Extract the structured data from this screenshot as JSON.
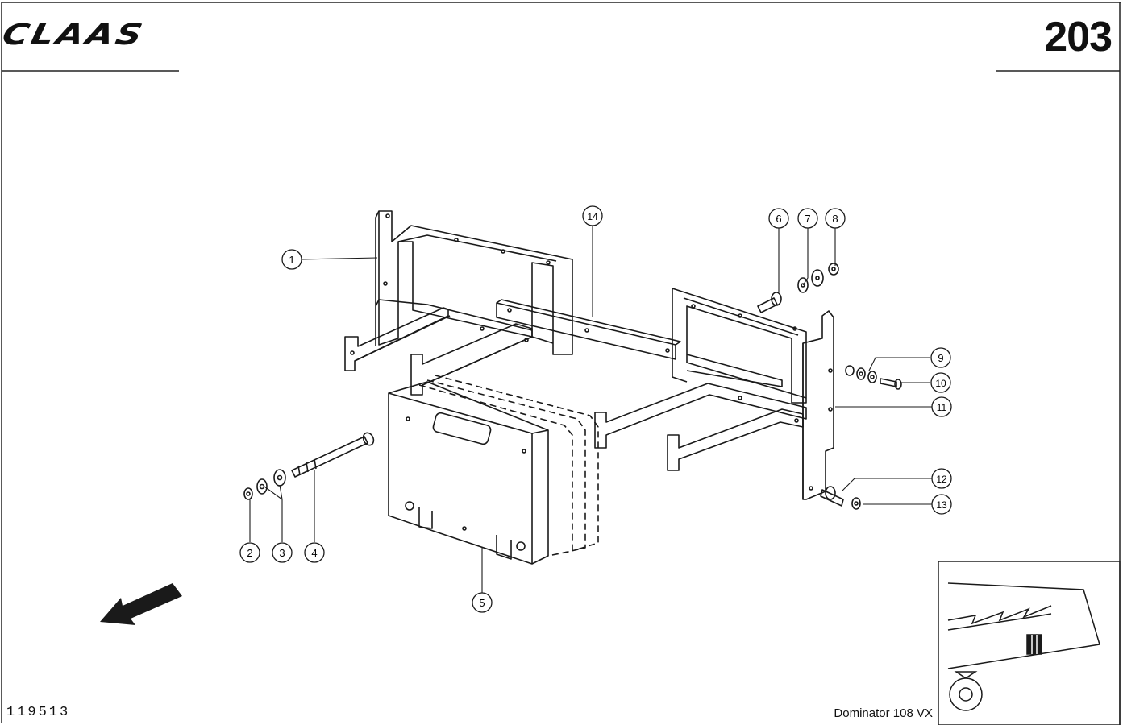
{
  "header": {
    "brand": "CLAAS",
    "page_number": "203"
  },
  "footer": {
    "drawing_number": "119513",
    "model": "Dominator 108 VX"
  },
  "callouts": [
    "1",
    "2",
    "3",
    "4",
    "5",
    "6",
    "7",
    "8",
    "9",
    "10",
    "11",
    "12",
    "13",
    "14"
  ],
  "icons": {
    "direction": "arrow-down-left-icon",
    "inset": "combine-harvester-inset-icon"
  }
}
